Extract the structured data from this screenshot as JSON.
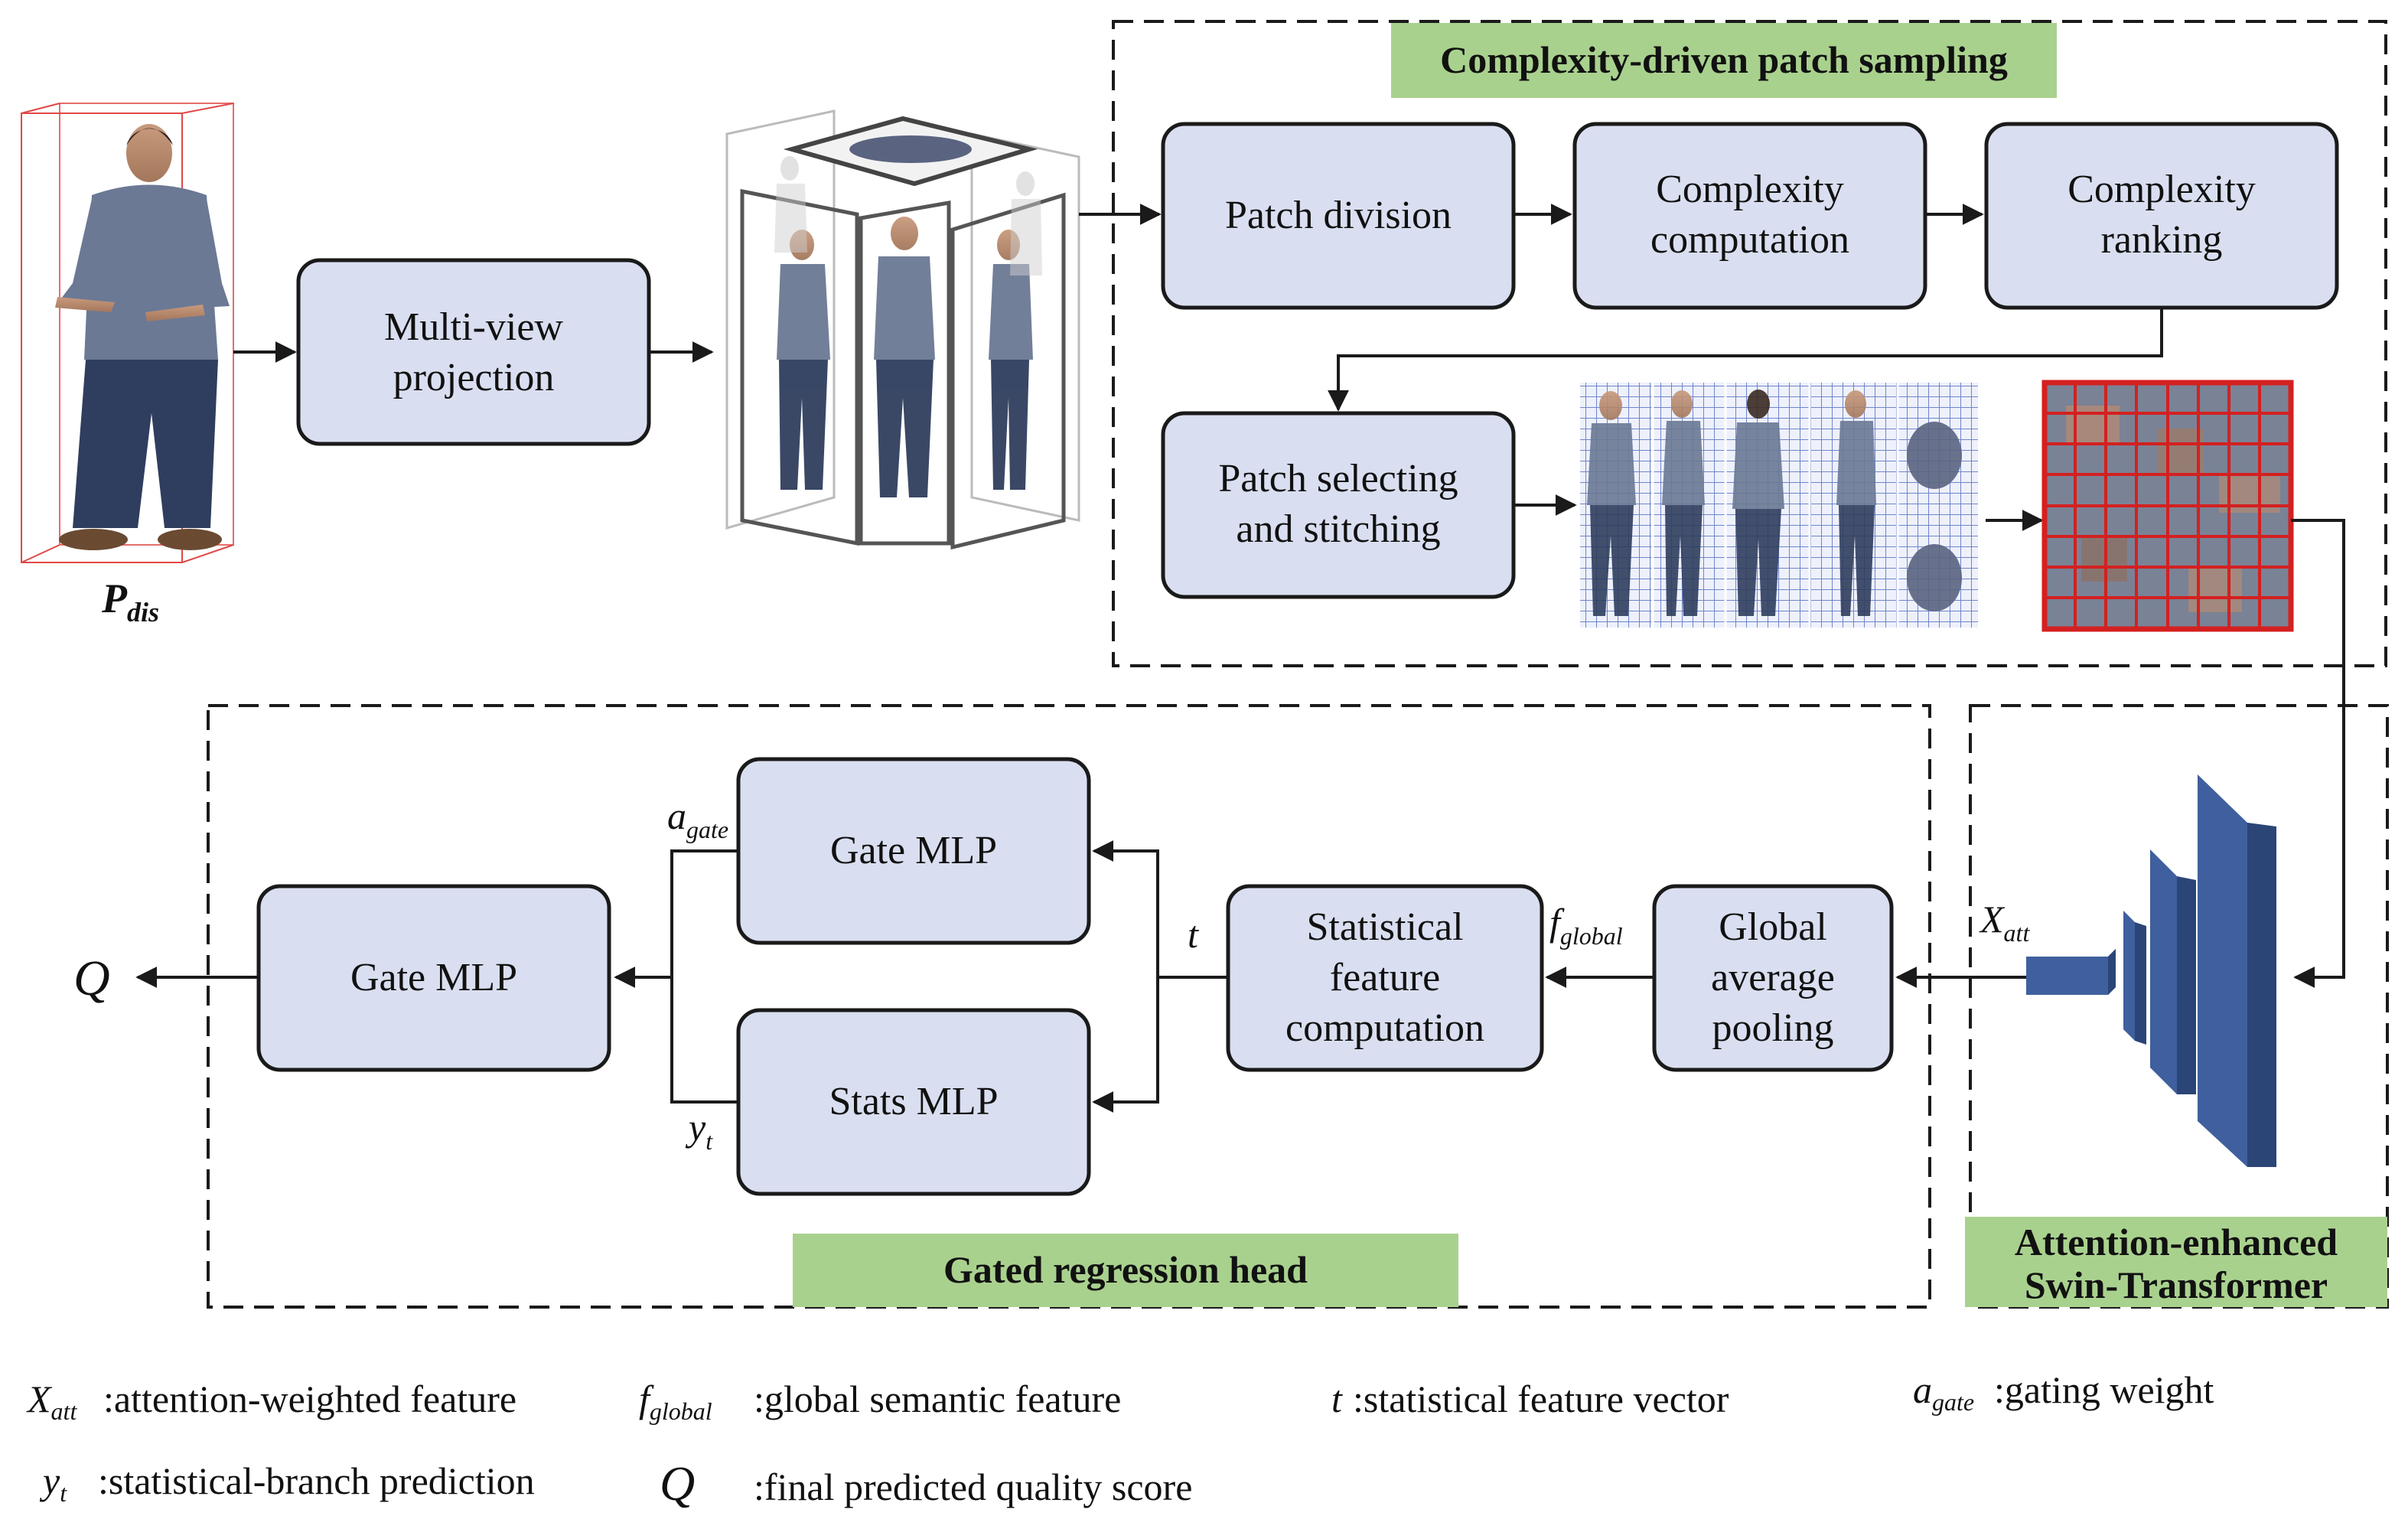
{
  "sections": {
    "patch_sampling_title": "Complexity-driven patch sampling",
    "regression_head_title": "Gated regression head",
    "swin_title_line1": "Attention-enhanced",
    "swin_title_line2": "Swin-Transformer"
  },
  "boxes": {
    "multiview_l1": "Multi-view",
    "multiview_l2": "projection",
    "patch_division": "Patch division",
    "complexity_computation_l1": "Complexity",
    "complexity_computation_l2": "computation",
    "complexity_ranking_l1": "Complexity",
    "complexity_ranking_l2": "ranking",
    "patch_select_l1": "Patch selecting",
    "patch_select_l2": "and stitching",
    "global_pool_l1": "Global",
    "global_pool_l2": "average",
    "global_pool_l3": "pooling",
    "stat_feat_l1": "Statistical",
    "stat_feat_l2": "feature",
    "stat_feat_l3": "computation",
    "gate_mlp_top": "Gate MLP",
    "stats_mlp": "Stats MLP",
    "gate_mlp_final": "Gate MLP"
  },
  "symbols": {
    "p_main": "P",
    "p_sub": "dis",
    "x_main": "X",
    "x_sub": "att",
    "f_main": "f",
    "f_sub": "global",
    "t": "t",
    "a_main": "a",
    "a_sub": "gate",
    "y_main": "y",
    "y_sub": "t",
    "q": "Q"
  },
  "legend": {
    "x_desc": ":attention-weighted feature",
    "f_desc": ":global semantic feature",
    "t_desc": ":statistical feature vector",
    "a_desc": ":gating weight",
    "y_desc": ":statistical-branch prediction",
    "q_desc": ":final predicted quality score"
  },
  "colors": {
    "box_fill": "#d9dff0",
    "section_label_fill": "#a9d18e",
    "swin_block": "#3f5f9e",
    "patch_grid_border": "#d42020"
  },
  "icons": {
    "point_cloud_figure": "person-point-cloud-icon",
    "projection_cube": "projection-cube-icon",
    "projected_views": "projected-views-icon",
    "stitched_patches": "stitched-patch-grid-icon",
    "swin_blocks": "swin-transformer-blocks-icon"
  }
}
